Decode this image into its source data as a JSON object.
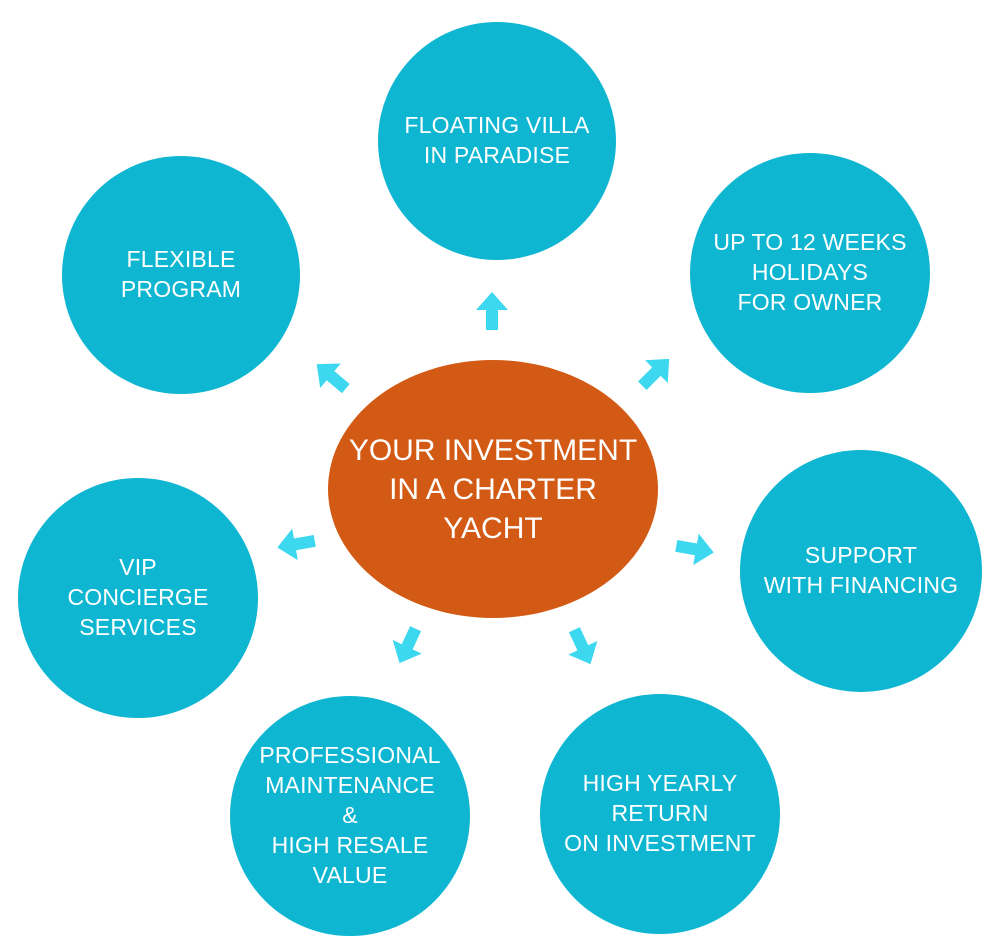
{
  "colors": {
    "outer_node": "#0fb6d2",
    "center_node": "#d35a14",
    "arrow": "#3bd8f0",
    "text": "#ffffff"
  },
  "center": {
    "lines": [
      "YOUR INVESTMENT",
      "IN A CHARTER",
      "YACHT"
    ]
  },
  "nodes": [
    {
      "id": "floating-villa",
      "lines": [
        "FLOATING VILLA",
        "IN PARADISE"
      ]
    },
    {
      "id": "holidays",
      "lines": [
        "UP TO 12 WEEKS",
        "HOLIDAYS",
        "FOR OWNER"
      ]
    },
    {
      "id": "financing",
      "lines": [
        "SUPPORT",
        "WITH FINANCING"
      ]
    },
    {
      "id": "yearly-return",
      "lines": [
        "HIGH YEARLY",
        "RETURN",
        "ON INVESTMENT"
      ]
    },
    {
      "id": "maintenance",
      "lines": [
        "PROFESSIONAL",
        "MAINTENANCE",
        "&",
        "HIGH RESALE",
        "VALUE"
      ]
    },
    {
      "id": "concierge",
      "lines": [
        "VIP",
        "CONCIERGE",
        "SERVICES"
      ]
    },
    {
      "id": "flexible",
      "lines": [
        "FLEXIBLE",
        "PROGRAM"
      ]
    }
  ]
}
